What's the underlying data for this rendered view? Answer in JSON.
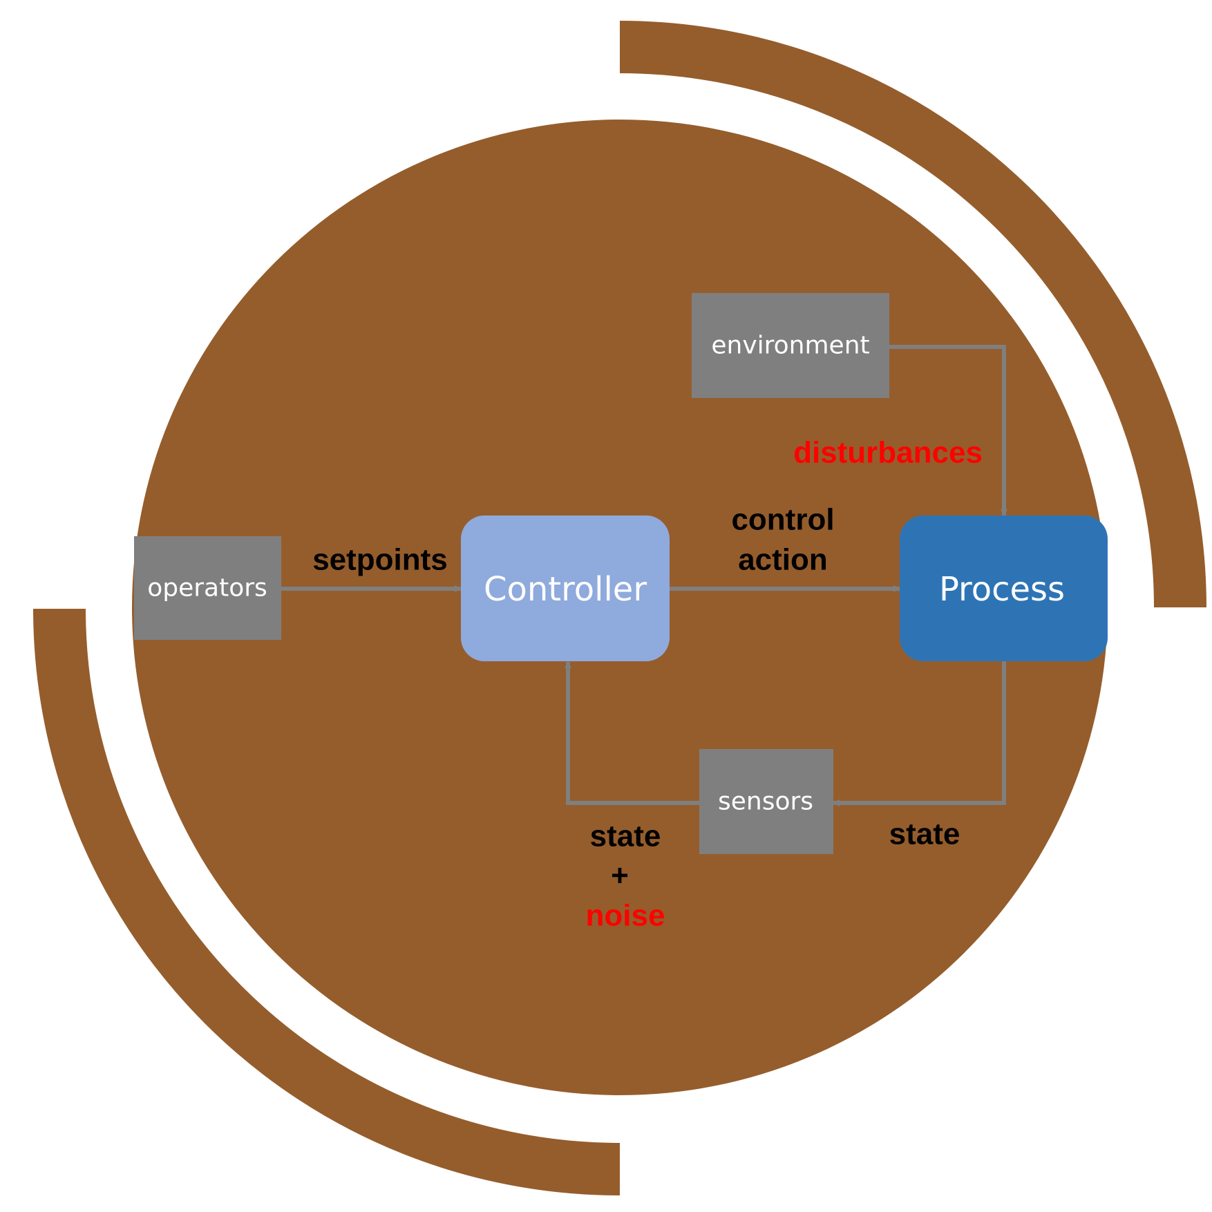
{
  "colors": {
    "background_disc": "#955d2c",
    "outer_arc": "#955d2c",
    "gray_box": "#7f7f7f",
    "controller_box": "#8faadc",
    "process_box": "#2e74b5",
    "box_text": "#ffffff",
    "arrow": "#7f7f7f",
    "label_default": "#000000",
    "label_highlight": "#ff0000"
  },
  "nodes": {
    "operators": "operators",
    "controller": "Controller",
    "process": "Process",
    "environment": "environment",
    "sensors": "sensors"
  },
  "edge_labels": {
    "setpoints": "setpoints",
    "control_action_line1": "control",
    "control_action_line2": "action",
    "disturbances": "disturbances",
    "state_right": "state",
    "state_left_line1": "state",
    "state_left_line2": "+",
    "noise": "noise"
  },
  "edges": [
    {
      "from": "operators",
      "to": "controller",
      "label": "setpoints"
    },
    {
      "from": "controller",
      "to": "process",
      "label": "control action"
    },
    {
      "from": "environment",
      "to": "process",
      "label": "disturbances"
    },
    {
      "from": "process",
      "to": "sensors",
      "label": "state"
    },
    {
      "from": "sensors",
      "to": "controller",
      "label": "state + noise"
    }
  ]
}
